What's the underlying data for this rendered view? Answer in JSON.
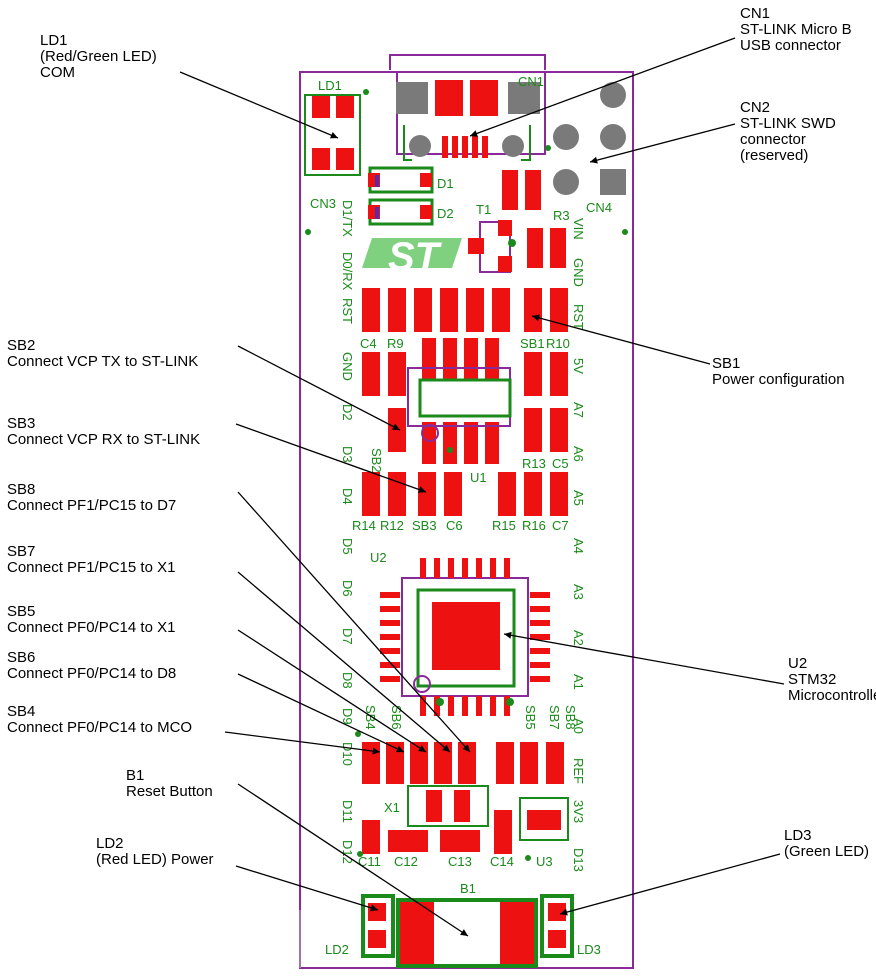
{
  "callouts": {
    "ld1": [
      "LD1",
      "(Red/Green LED)",
      "COM"
    ],
    "cn1": [
      "CN1",
      "ST-LINK Micro B",
      "USB connector"
    ],
    "cn2": [
      "CN2",
      "ST-LINK SWD",
      "connector",
      "(reserved)"
    ],
    "sb1": [
      "SB1",
      "Power configuration"
    ],
    "sb2": [
      "SB2",
      "Connect VCP TX to ST-LINK"
    ],
    "sb3": [
      "SB3",
      "Connect VCP RX to ST-LINK"
    ],
    "sb8": [
      "SB8",
      "Connect PF1/PC15 to D7"
    ],
    "sb7": [
      "SB7",
      "Connect PF1/PC15 to X1"
    ],
    "sb5": [
      "SB5",
      "Connect PF0/PC14 to X1"
    ],
    "sb6": [
      "SB6",
      "Connect PF0/PC14 to D8"
    ],
    "sb4": [
      "SB4",
      "Connect PF0/PC14 to MCO"
    ],
    "u2": [
      "U2",
      "STM32",
      "Microcontroller"
    ],
    "b1": [
      "B1",
      "Reset Button"
    ],
    "ld2": [
      "LD2",
      "(Red LED) Power"
    ],
    "ld3": [
      "LD3",
      "(Green LED)"
    ]
  },
  "board": {
    "ld1": "LD1",
    "cn1": "CN1",
    "cn3": "CN3",
    "cn4": "CN4",
    "d1": "D1",
    "d2": "D2",
    "t1": "T1",
    "r3": "R3",
    "c4": "C4",
    "r9": "R9",
    "sb1": "SB1",
    "r10": "R10",
    "sb2": "SB2",
    "u1": "U1",
    "r13": "R13",
    "c5": "C5",
    "r14": "R14",
    "r12": "R12",
    "sb3": "SB3",
    "c6": "C6",
    "r15": "R15",
    "r16": "R16",
    "c7": "C7",
    "u2": "U2",
    "sb4": "SB4",
    "sb6": "SB6",
    "sb5": "SB5",
    "sb7": "SB7",
    "sb8": "SB8",
    "x1": "X1",
    "c11": "C11",
    "c12": "C12",
    "c13": "C13",
    "c14": "C14",
    "u3": "U3",
    "b1": "B1",
    "ld2": "LD2",
    "ld3": "LD3",
    "left_pins": [
      "D1/TX",
      "D0/RX",
      "RST",
      "GND",
      "D2",
      "D3",
      "D4",
      "D5",
      "D6",
      "D7",
      "D8",
      "D9",
      "D10",
      "D11",
      "D12"
    ],
    "right_pins": [
      "VIN",
      "GND",
      "RST",
      "5V",
      "A7",
      "A6",
      "A5",
      "A4",
      "A3",
      "A2",
      "A1",
      "A0",
      "REF",
      "3V3",
      "D13"
    ]
  },
  "colors": {
    "pad": "#ee1111",
    "silk": "#1a8a1a",
    "outline": "#8a2a9a",
    "connector": "#7a7a7a",
    "logo": "#7fd07f"
  }
}
